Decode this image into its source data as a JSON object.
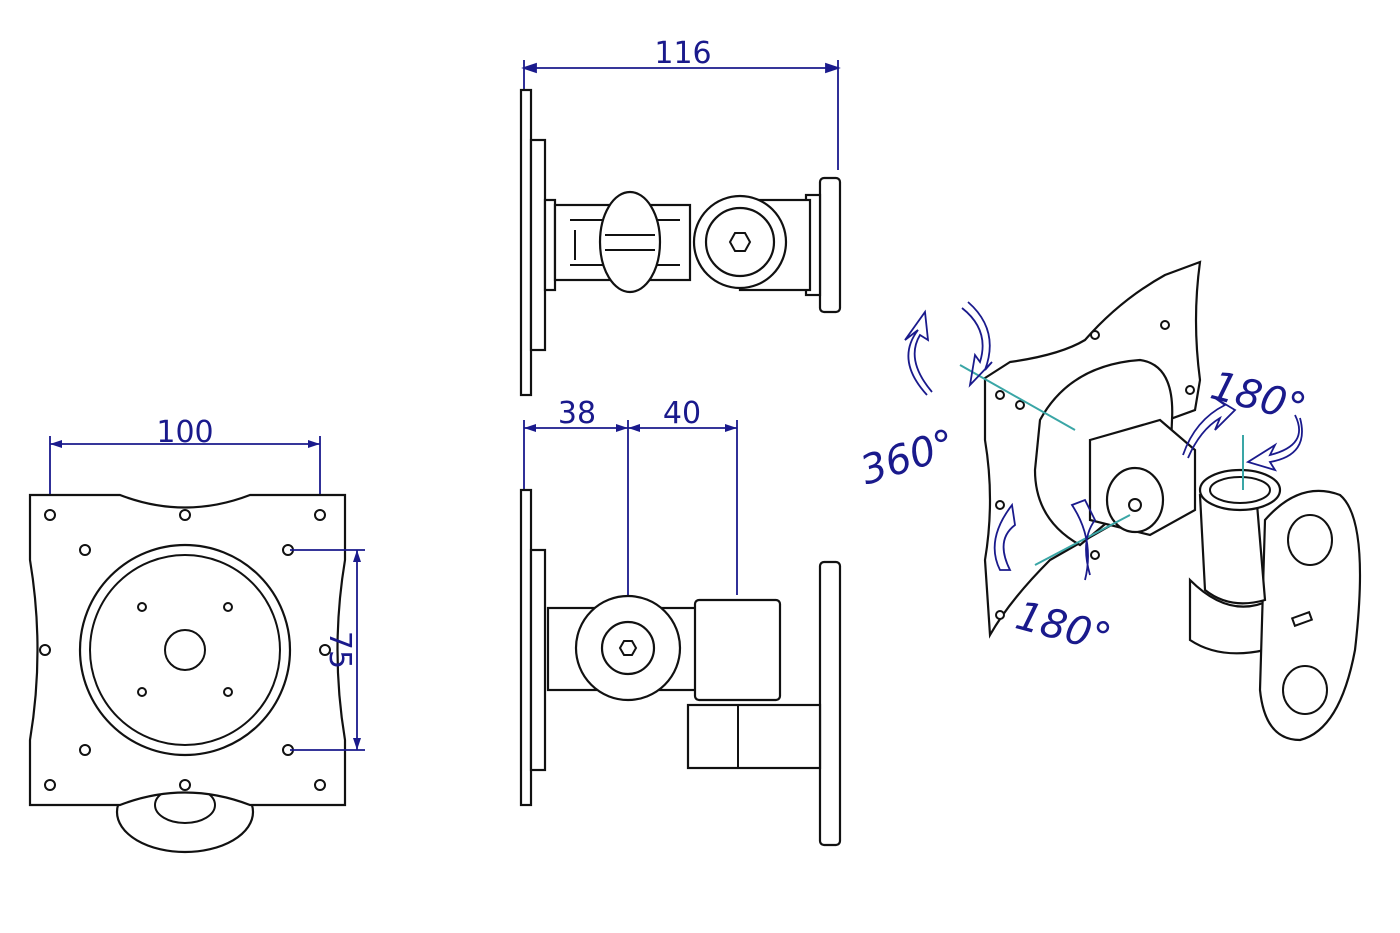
{
  "dimensions": {
    "top_overall": "116",
    "bottom_left": "38",
    "bottom_right": "40",
    "front_width": "100",
    "front_height": "75"
  },
  "rotation_labels": {
    "swivel": "360°",
    "tilt_top": "180°",
    "tilt_bottom": "180°"
  },
  "colors": {
    "dimension": "#1a1a8c",
    "axis": "#3aa6a6",
    "outline": "#111111"
  }
}
